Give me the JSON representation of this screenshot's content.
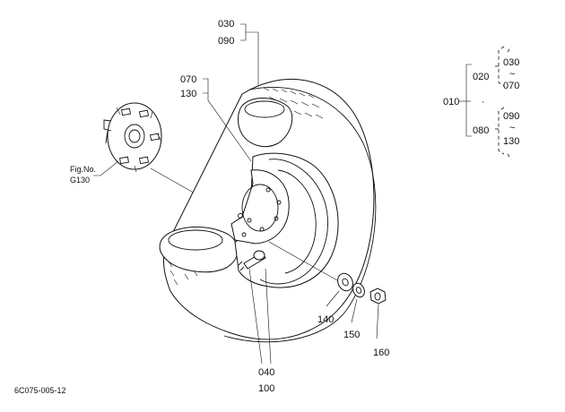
{
  "labels": {
    "p030": "030",
    "p090": "090",
    "p070": "070",
    "p130": "130",
    "p040": "040",
    "p100": "100",
    "p140": "140",
    "p150": "150",
    "p160": "160",
    "fig_line1": "Fig.No.",
    "fig_line2": "G130",
    "bom_010": "010",
    "bom_020": "020",
    "bom_030": "030",
    "bom_070": "070",
    "bom_080": "080",
    "bom_090": "090",
    "bom_130": "130",
    "tilde": "~",
    "dot": "·",
    "drawing_code": "6C075-005-12"
  }
}
